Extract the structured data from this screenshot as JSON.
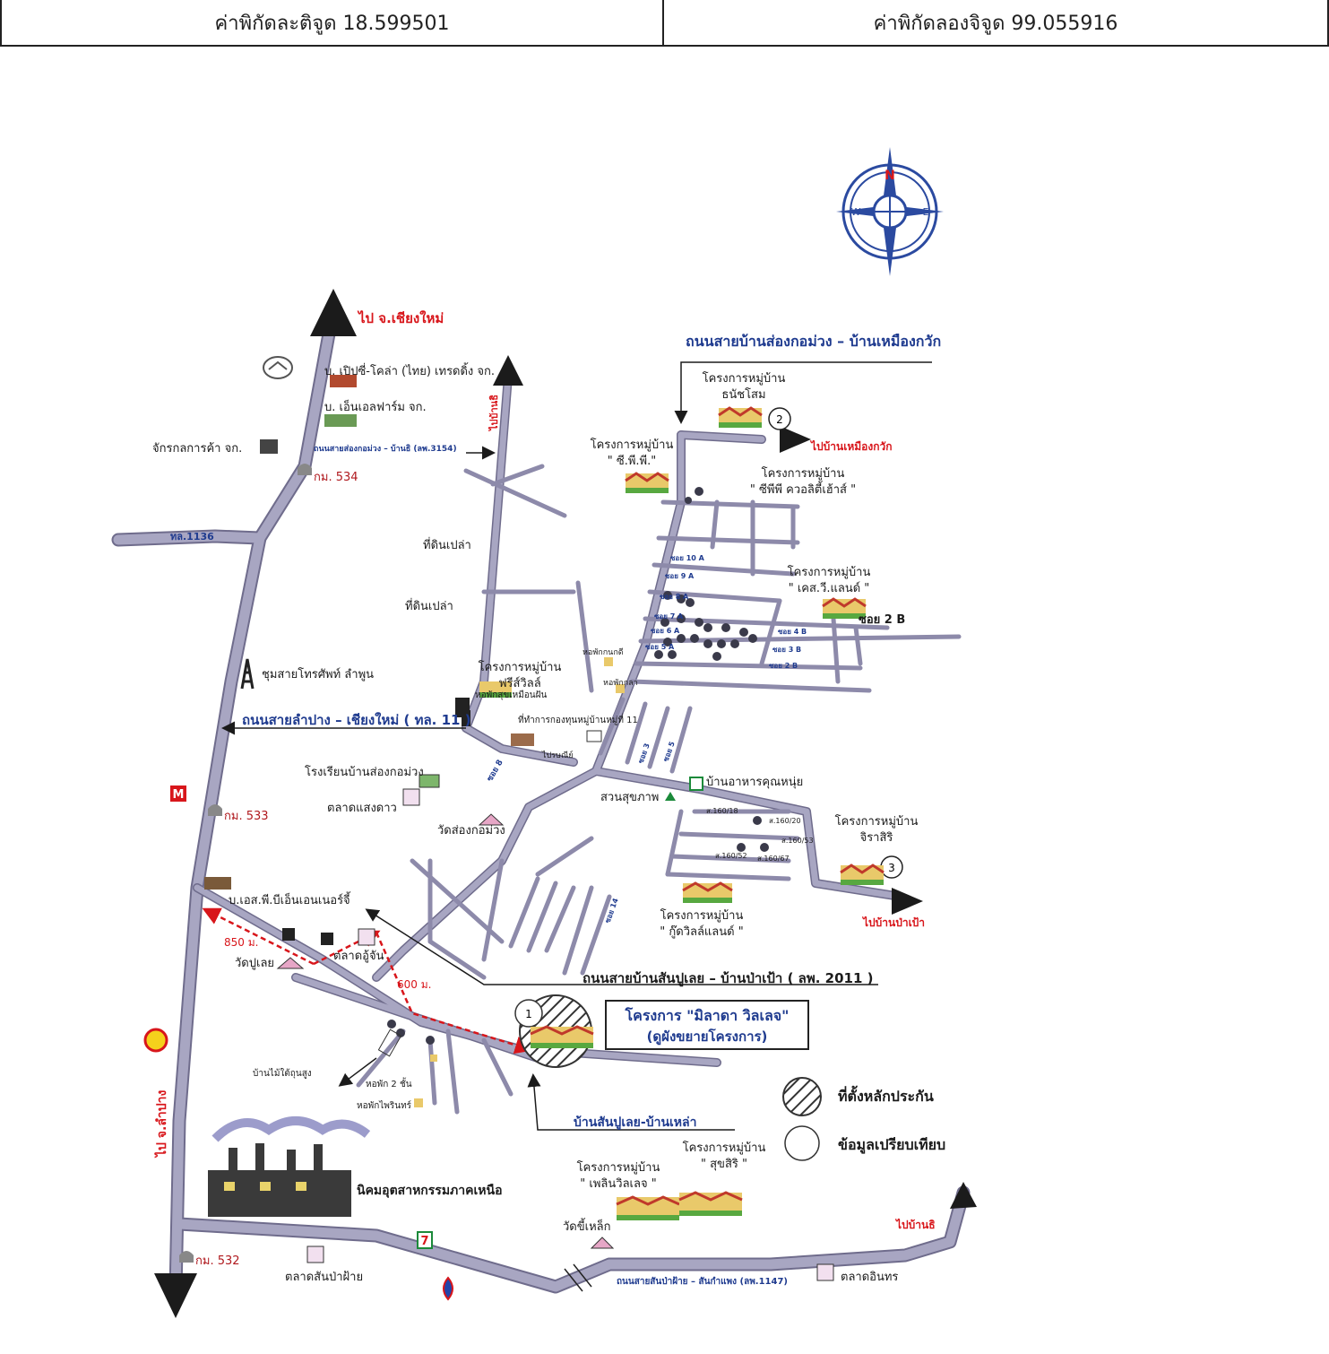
{
  "coords": {
    "latitude": "ค่าพิกัดละติจูด 18.599501",
    "longitude": "ค่าพิกัดลองจิจูด 99.055916"
  },
  "compass": {
    "n": "N",
    "s": "S",
    "e": "E",
    "w": "W"
  },
  "destinations": {
    "chiangmai": "ไป จ.เชียงใหม่",
    "lampang": "ไป จ.ลำปาง",
    "ban_muang_kwak": "ไปบ้านเหมืองกวัก",
    "ban_pao": "ไปบ้านป่าเป้า",
    "ban_thi": "ไปบ้านธิ",
    "ban_thi_up": "ไปบ้านธิ"
  },
  "roads": {
    "song_kor_muang_north": "ถนนสายบ้านส่องกอม่วง – บ้านเหมืองกวัก",
    "song_kor_muang_thi": "ถนนสายส่องกอม่วง – บ้านธิ (ลพ.3154)",
    "hwy_1136": "ทล.1136",
    "lampang_chiangmai": "ถนนสายลำปาง – เชียงใหม่ ( ทล. 11 )",
    "san_pu_loei": "ถนนสายบ้านสันปูเลย – บ้านป่าเป้า ( ลพ. 2011 )",
    "san_pu_loei_lao": "บ้านสันปูเลย-บ้านเหล่า",
    "san_pa_sai": "ถนนสายสันป่าฝ้าย – สันกำแพง (ลพ.1147)",
    "soi_8": "ซอย 8",
    "soi_2b": "ซอย 2 B",
    "soi_10a": "ซอย 10 A",
    "soi_9a": "ซอย 9 A",
    "soi_8a": "ซอย 8 A",
    "soi_7a": "ซอย 7 A",
    "soi_6a": "ซอย 6 A",
    "soi_5a": "ซอย 5 A",
    "soi_4b": "ซอย 4 B",
    "soi_3b": "ซอย 3 B",
    "soi_2b_b": "ซอย 2 B",
    "soi_3": "ซอย 3",
    "soi_5": "ซอย 5",
    "soi_14": "ซอย 14"
  },
  "places": {
    "mazda": "บ. เปิปซี่-โคล่า (ไทย) เทรดดิ้ง จก.",
    "nl_farm": "บ. เอ็นเอลฟาร์ม จก.",
    "machinery": "จักรกลการค้า จก.",
    "km534": "กม. 534",
    "km533": "กม. 533",
    "km532": "กม. 532",
    "empty_land1": "ที่ดินเปล่า",
    "empty_land2": "ที่ดินเปล่า",
    "telephone": "ชุมสายโทรศัพท์ ลำพูน",
    "freewill": "โครงการหมู่บ้าน\nฟรีส์วิลล์",
    "dorm_suk": "หอพักสุขเหมือนฝัน",
    "dorm_kanokdee": "หอพักกนกดี",
    "dorm_ka": "หอพักกลา",
    "school": "โรงเรียนบ้านส่องกอม่วง",
    "market_sang": "ตลาดแสงดาว",
    "wat_song": "วัดส่องกอม่วง",
    "pt_energy": "บ.เอส.พี.บีเอ็นเอนเนอร์จี้",
    "wat_pu_loei": "วัดปูเลย",
    "market_ju": "ตลาดอู้จัน",
    "ban_mai": "บ้านไม้ใต้ถุนสูง",
    "dorm_2": "หอพัก 2 ชั้น",
    "dorm_pai": "หอพักไพรินทร์",
    "industrial": "นิคมอุตสาหกรรมภาคเหนือ",
    "market_san": "ตลาดสันป่าฝ้าย",
    "market_in": "ตลาดอินทร",
    "wat_khi": "วัดขี้เหล็ก",
    "village_fund": "ที่ทำการกองทุนหมู่บ้านหมู่ที่ 11",
    "park": "สวนสุขภาพ",
    "restaurant": "บ้านอาหารคุณหนุ่ย",
    "house_sale": "ไปรษณีย์"
  },
  "projects": {
    "thanasom": "โครงการหมู่บ้าน\nธนัชโสม",
    "pp": "โครงการหมู่บ้าน\n\" ซี.พี.พี.\"",
    "pp_quality": "โครงการหมู่บ้าน\n\" ซีพีพี ควอลิตี้เฮ้าส์ \"",
    "ks_land": "โครงการหมู่บ้าน\n\" เคส.วี.แลนด์ \"",
    "jirasiri": "โครงการหมู่บ้าน\nจิราสิริ",
    "goodwill": "โครงการหมู่บ้าน\n\" กู๊ดวิลล์แลนด์ \"",
    "pleinvillage": "โครงการหมู่บ้าน\n\" เพลินวิลเลจ \"",
    "suksiri": "โครงการหมู่บ้าน\n\" สุขสิริ \""
  },
  "subject": {
    "name": "โครงการ \"มิลาดา วิลเลจ\"",
    "note": "(ดูผังขยายโครงการ)",
    "num1": "1",
    "num2": "2",
    "num3": "3"
  },
  "distances": {
    "d850": "850 ม.",
    "d600": "600 ม."
  },
  "house_labels": {
    "h1": "ส.160/18",
    "h2": "ส.160/20",
    "h3": "ส.160/53",
    "h4": "ส.160/52",
    "h5": "ส.160/67"
  },
  "legend": {
    "collateral": "ที่ตั้งหลักประกัน",
    "comparison": "ข้อมูลเปรียบเทียบ"
  },
  "colors": {
    "road": "#9a97b4",
    "road_edge": "#6f6c8c",
    "red_label": "#d8161b",
    "blue_label": "#1f3b8f",
    "arrow": "#1b1b1b"
  }
}
